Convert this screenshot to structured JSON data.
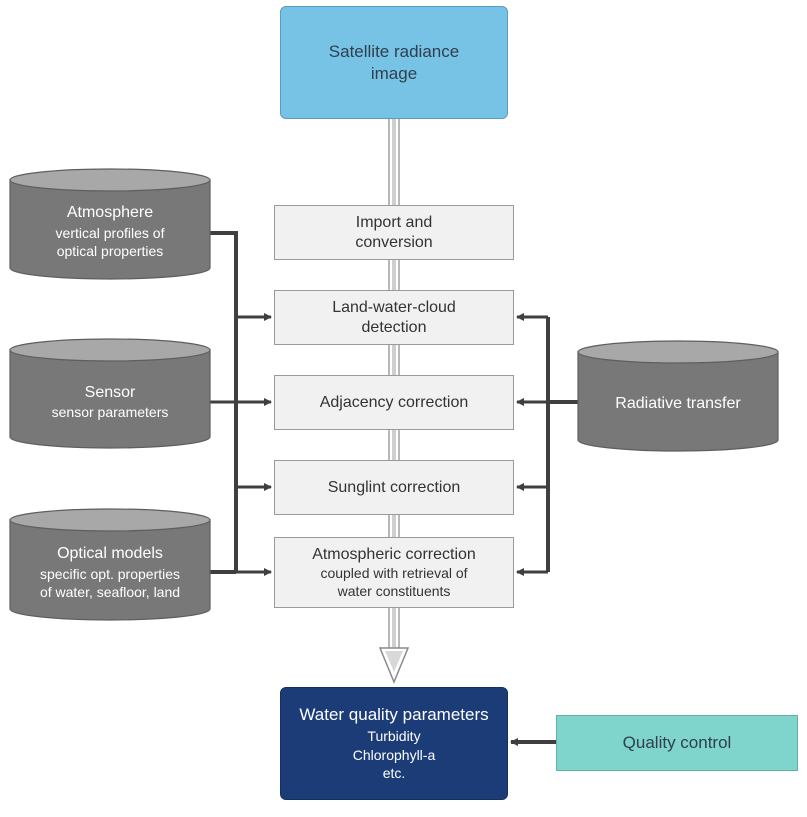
{
  "colors": {
    "satellite": "#77c3e6",
    "output": "#1c3c78",
    "quality": "#7fd4cc",
    "database": "#787878",
    "step": "#f1f1f1",
    "connector": "#3f3f3f"
  },
  "satellite": {
    "line1": "Satellite radiance",
    "line2": "image"
  },
  "steps": {
    "import": {
      "line1": "Import and",
      "line2": "conversion"
    },
    "landwater": {
      "line1": "Land-water-cloud",
      "line2": "detection"
    },
    "adjacency": {
      "line1": "Adjacency correction"
    },
    "sunglint": {
      "line1": "Sunglint correction"
    },
    "atmospheric": {
      "line1": "Atmospheric correction",
      "line2": "coupled with retrieval of",
      "line3": "water constituents"
    }
  },
  "databases": {
    "atmosphere": {
      "title": "Atmosphere",
      "line1": "vertical profiles of",
      "line2": "optical properties"
    },
    "sensor": {
      "title": "Sensor",
      "line1": "sensor parameters"
    },
    "optical": {
      "title": "Optical models",
      "line1": "specific opt. properties",
      "line2": "of water, seafloor, land"
    },
    "radiative": {
      "title": "Radiative transfer"
    }
  },
  "output": {
    "title": "Water quality parameters",
    "items": [
      "Turbidity",
      "Chlorophyll-a",
      "etc."
    ]
  },
  "quality": {
    "label": "Quality control"
  }
}
